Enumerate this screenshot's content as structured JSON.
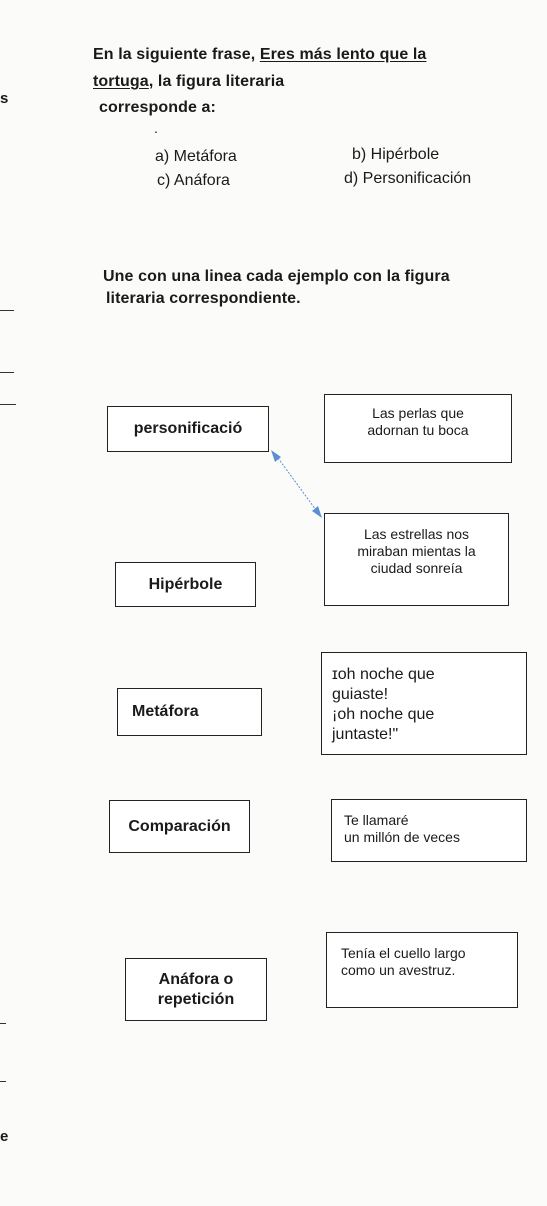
{
  "question1": {
    "prefix": "En la siguiente frase, ",
    "phrase_a": "Eres más lento que la",
    "phrase_b": "tortuga",
    "suffix_b": ", la figura literaria",
    "line3": "corresponde a:",
    "bullet": "."
  },
  "options": [
    {
      "label": "a) Metáfora"
    },
    {
      "label": "b) Hipérbole"
    },
    {
      "label": "c)   Anáfora"
    },
    {
      "label": "d) Personificación"
    }
  ],
  "question2": {
    "line1": "Une con una linea cada ejemplo con la figura",
    "line2": "literaria correspondiente."
  },
  "figures": [
    {
      "label": "personificació"
    },
    {
      "label": "Hipérbole"
    },
    {
      "label": "Metáfora"
    },
    {
      "label": "Comparación"
    },
    {
      "label": "Anáfora o",
      "label2": "repetición"
    }
  ],
  "examples": [
    {
      "l1": "Las perlas que",
      "l2": "adornan tu boca"
    },
    {
      "l1": "Las estrellas nos",
      "l2": "miraban mientas la",
      "l3": "ciudad sonreía"
    },
    {
      "l1": "ɪoh noche que",
      "l2": "guiaste!",
      "l3": "¡oh noche que",
      "l4": "juntaste!\""
    },
    {
      "l1": "Te llamaré",
      "l2": "un millón de veces"
    },
    {
      "l1": "Tenía el cuello largo",
      "l2": "como un avestruz."
    }
  ],
  "margin_fragments": {
    "s": "s",
    "e": "e"
  },
  "colors": {
    "connector": "#5b8fd1"
  }
}
